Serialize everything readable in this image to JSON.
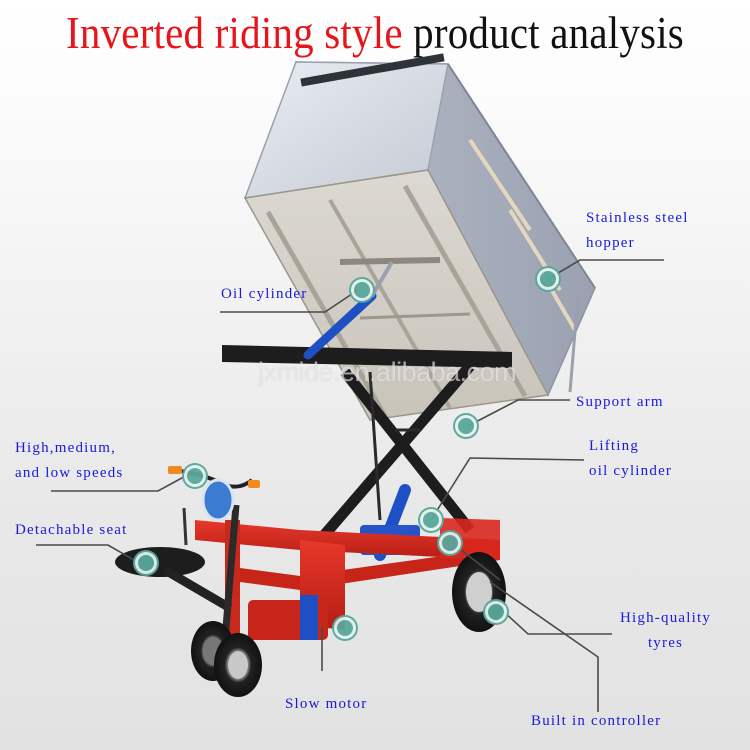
{
  "title": {
    "highlight": "Inverted riding style",
    "rest": "product analysis",
    "highlight_color": "#e8141b",
    "rest_color": "#111111"
  },
  "watermark": "jxmide.en.alibaba.com",
  "annotations": [
    {
      "id": "hopper",
      "lines": [
        "Stainless steel",
        "hopper"
      ]
    },
    {
      "id": "oil-cylinder",
      "lines": [
        "Oil cylinder"
      ]
    },
    {
      "id": "support-arm",
      "lines": [
        "Support arm"
      ]
    },
    {
      "id": "lifting-oil-cylinder",
      "lines": [
        "Lifting",
        "oil cylinder"
      ]
    },
    {
      "id": "speeds",
      "lines": [
        "High,medium,",
        "and low speeds"
      ]
    },
    {
      "id": "seat",
      "lines": [
        "Detachable seat"
      ]
    },
    {
      "id": "tyres",
      "lines": [
        "High-quality",
        "tyres"
      ]
    },
    {
      "id": "motor",
      "lines": [
        "Slow motor"
      ]
    },
    {
      "id": "controller",
      "lines": [
        "Built in controller"
      ]
    }
  ],
  "colors": {
    "label_text": "#1a1adb",
    "hotspot": "#5aa79b",
    "frame_red": "#d9281e",
    "scissor_black": "#1d1d1d",
    "hopper_steel": "#c9ced8",
    "cylinder_blue": "#1f4fc4"
  }
}
